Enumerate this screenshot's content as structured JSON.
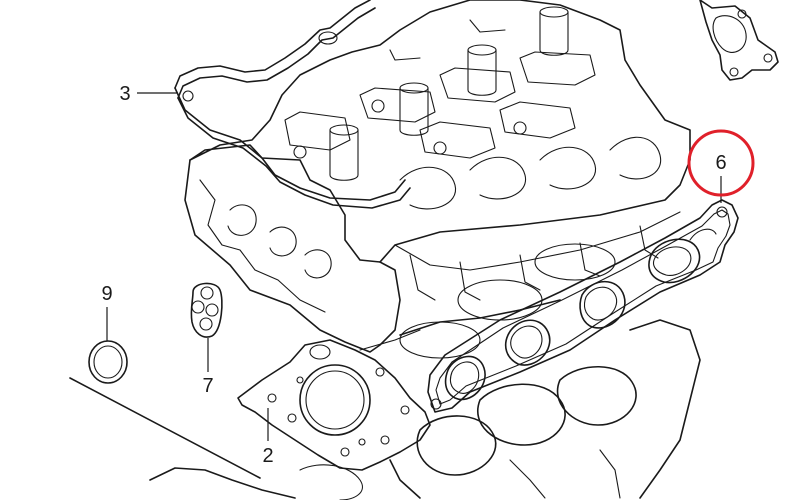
{
  "callouts": [
    {
      "id": "3",
      "label": "3"
    },
    {
      "id": "6",
      "label": "6"
    },
    {
      "id": "9",
      "label": "9"
    },
    {
      "id": "7",
      "label": "7"
    },
    {
      "id": "2",
      "label": "2"
    }
  ],
  "highlighted_callout": "6",
  "colors": {
    "line": "#1a1a1a",
    "highlight": "#e0202a",
    "background": "#ffffff"
  }
}
